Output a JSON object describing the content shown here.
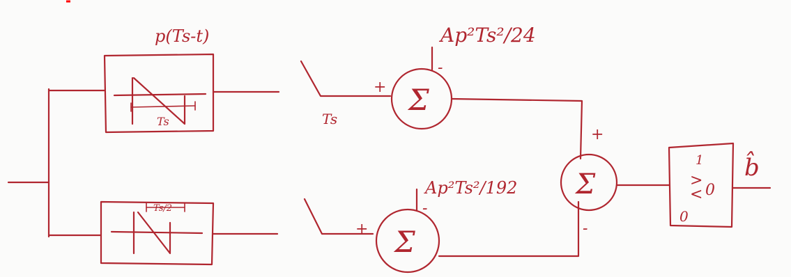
{
  "colors": {
    "ink": "#b0262f",
    "paper": "#fbfbfa",
    "corner_mark": "#ff0000"
  },
  "labels": {
    "upper_filter": "p(Ts-t)",
    "upper_filter_inner": "Ts",
    "lower_filter_inner": "Ts/2",
    "upper_switch": "Ts",
    "upper_bias": "Ap²Ts²/24",
    "lower_bias": "Ap²Ts²/192",
    "plus": "+",
    "minus": "-",
    "sigma": "Σ",
    "decision_one": "1",
    "decision_zero": "0",
    "decision_lt": "<",
    "decision_gt": ">",
    "decision_zero_right": "0",
    "output": "b̂"
  }
}
